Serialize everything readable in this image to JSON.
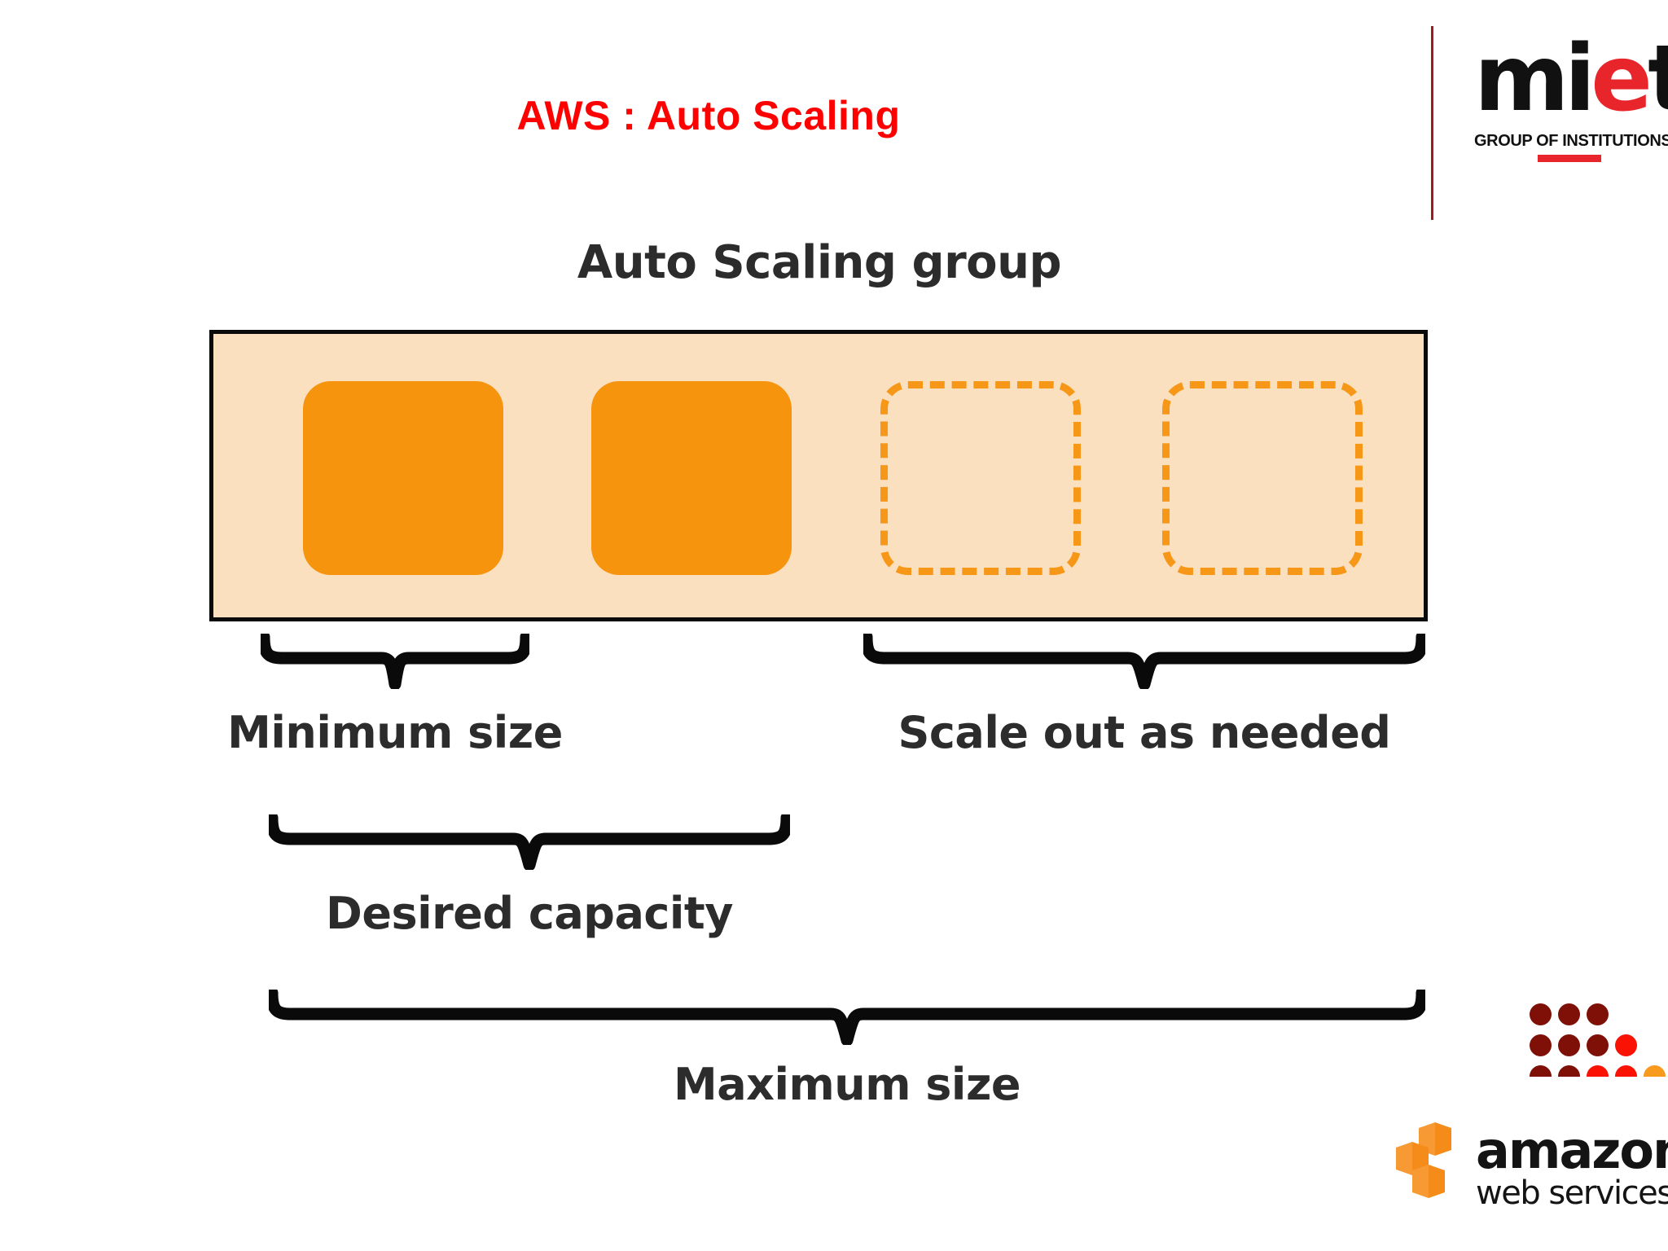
{
  "slide": {
    "title": "AWS : Auto Scaling",
    "title_color": "#FF0000",
    "background_color": "#FFFFFF"
  },
  "brand": {
    "miet": {
      "wordmark_prefix": "mi",
      "wordmark_accent": "e",
      "wordmark_suffix": "t",
      "accent_color": "#E8252B",
      "text_color": "#111111",
      "subtitle": "GROUP OF INSTITUTIONS",
      "divider_color": "#9E1B20"
    },
    "aws": {
      "primary_text": "amazon",
      "secondary_text": "web services",
      "cube_color": "#F58C19",
      "text_color": "#141414"
    }
  },
  "diagram": {
    "heading": "Auto Scaling group",
    "group_box": {
      "fill_color": "#FBE0C0",
      "border_color": "#0A0A0A"
    },
    "instances": [
      {
        "id": "instance-1",
        "state": "running",
        "style": "filled",
        "color": "#F7940D"
      },
      {
        "id": "instance-2",
        "state": "running",
        "style": "filled",
        "color": "#F7940D"
      },
      {
        "id": "instance-3",
        "state": "potential",
        "style": "dashed",
        "color": "#F79718"
      },
      {
        "id": "instance-4",
        "state": "potential",
        "style": "dashed",
        "color": "#F79718"
      }
    ],
    "annotations": [
      {
        "id": "minimum-size",
        "label": "Minimum size",
        "spans_instances": 1
      },
      {
        "id": "scale-out",
        "label": "Scale out as needed",
        "spans_instances": 2
      },
      {
        "id": "desired-capacity",
        "label": "Desired capacity",
        "spans_instances": 2
      },
      {
        "id": "maximum-size",
        "label": "Maximum size",
        "spans_instances": 4
      }
    ]
  },
  "decoration": {
    "dot_pattern": {
      "dark_color": "#7E1008",
      "bright_color": "#FA1205",
      "orange_color": "#F79A1E"
    }
  }
}
